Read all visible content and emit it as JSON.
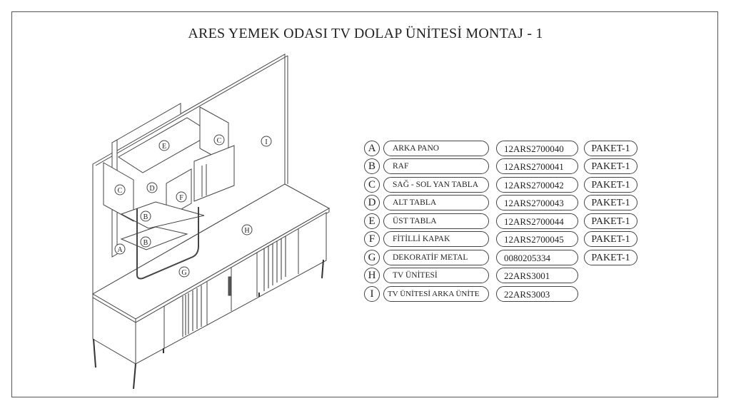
{
  "title": "ARES YEMEK ODASI TV DOLAP ÜNİTESİ MONTAJ - 1",
  "drawing_labels": {
    "A": "A",
    "B": "B",
    "C": "C",
    "D": "D",
    "E": "E",
    "F": "F",
    "G": "G",
    "H": "H",
    "I": "I"
  },
  "parts": [
    {
      "letter": "A",
      "name": "ARKA PANO",
      "code": "12ARS2700040",
      "package": "PAKET-1"
    },
    {
      "letter": "B",
      "name": "RAF",
      "code": "12ARS2700041",
      "package": "PAKET-1"
    },
    {
      "letter": "C",
      "name": "SAĞ - SOL YAN TABLA",
      "code": "12ARS2700042",
      "package": "PAKET-1"
    },
    {
      "letter": "D",
      "name": "ALT TABLA",
      "code": "12ARS2700043",
      "package": "PAKET-1"
    },
    {
      "letter": "E",
      "name": "ÜST TABLA",
      "code": "12ARS2700044",
      "package": "PAKET-1"
    },
    {
      "letter": "F",
      "name": "FİTİLLİ KAPAK",
      "code": "12ARS2700045",
      "package": "PAKET-1"
    },
    {
      "letter": "G",
      "name": "DEKORATİF METAL",
      "code": "0080205334",
      "package": "PAKET-1"
    },
    {
      "letter": "H",
      "name": "TV ÜNİTESİ",
      "code": "22ARS3001",
      "package": null
    },
    {
      "letter": "I",
      "name": "TV ÜNİTESİ ARKA ÜNİTE",
      "code": "22ARS3003",
      "package": null
    }
  ]
}
